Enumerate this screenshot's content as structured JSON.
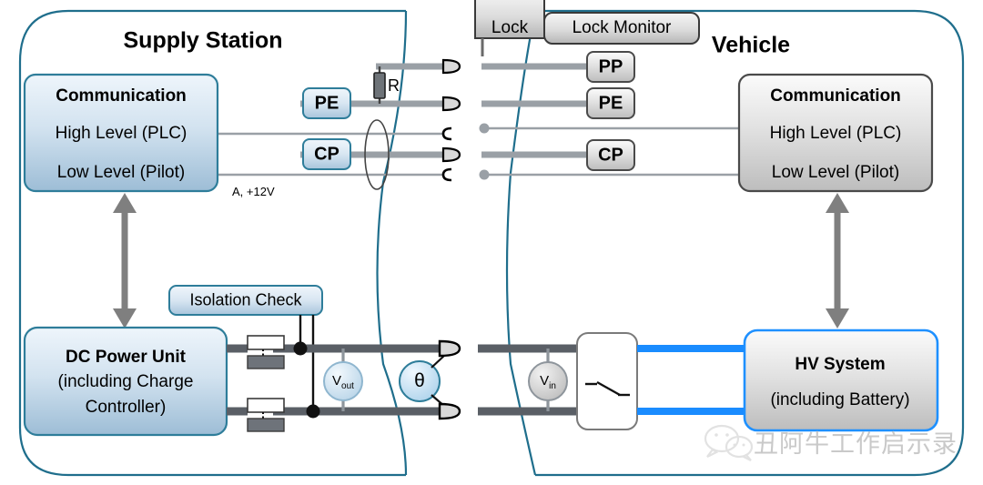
{
  "diagram": {
    "title_supply": "Supply Station",
    "title_vehicle": "Vehicle",
    "colors": {
      "station_border": "#1f6e8c",
      "blue_box_border": "#2e7d9a",
      "blue_box_fill_top": "#e8f1f8",
      "blue_box_fill_bottom": "#9dbdd6",
      "gray_box_border": "#555555",
      "gray_box_fill_top": "#f2f2f2",
      "gray_box_fill_bottom": "#bdbdbd",
      "hv_border": "#1e90ff",
      "power_cable": "#5a5f66",
      "signal_cable": "#9aa0a6",
      "hv_blue_cable": "#1a8cff",
      "arrow_gray": "#7f7f7f",
      "watermark": "#cccccc"
    }
  },
  "supply": {
    "communication": {
      "title": "Communication",
      "line1": "High Level (PLC)",
      "line2": "Low Level (Pilot)"
    },
    "pe_label": "PE",
    "cp_label": "CP",
    "resistor_label": "R",
    "supply_note": "A, +12V",
    "isolation_check": "Isolation Check",
    "dc_power_unit": {
      "line1": "DC Power Unit",
      "line2": "(including Charge",
      "line3": "Controller)"
    },
    "v_out": {
      "symbol": "V",
      "sub": "out"
    },
    "theta": "θ"
  },
  "vehicle": {
    "lock": "Lock",
    "lock_monitor": "Lock Monitor",
    "pp_label": "PP",
    "pe_label": "PE",
    "cp_label": "CP",
    "communication": {
      "title": "Communication",
      "line1": "High Level (PLC)",
      "line2": "Low Level (Pilot)"
    },
    "v_in": {
      "symbol": "V",
      "sub": "in"
    },
    "hv_system": {
      "line1": "HV System",
      "line2": "(including Battery)"
    }
  },
  "watermark": {
    "text": "丑阿牛工作启示录"
  }
}
